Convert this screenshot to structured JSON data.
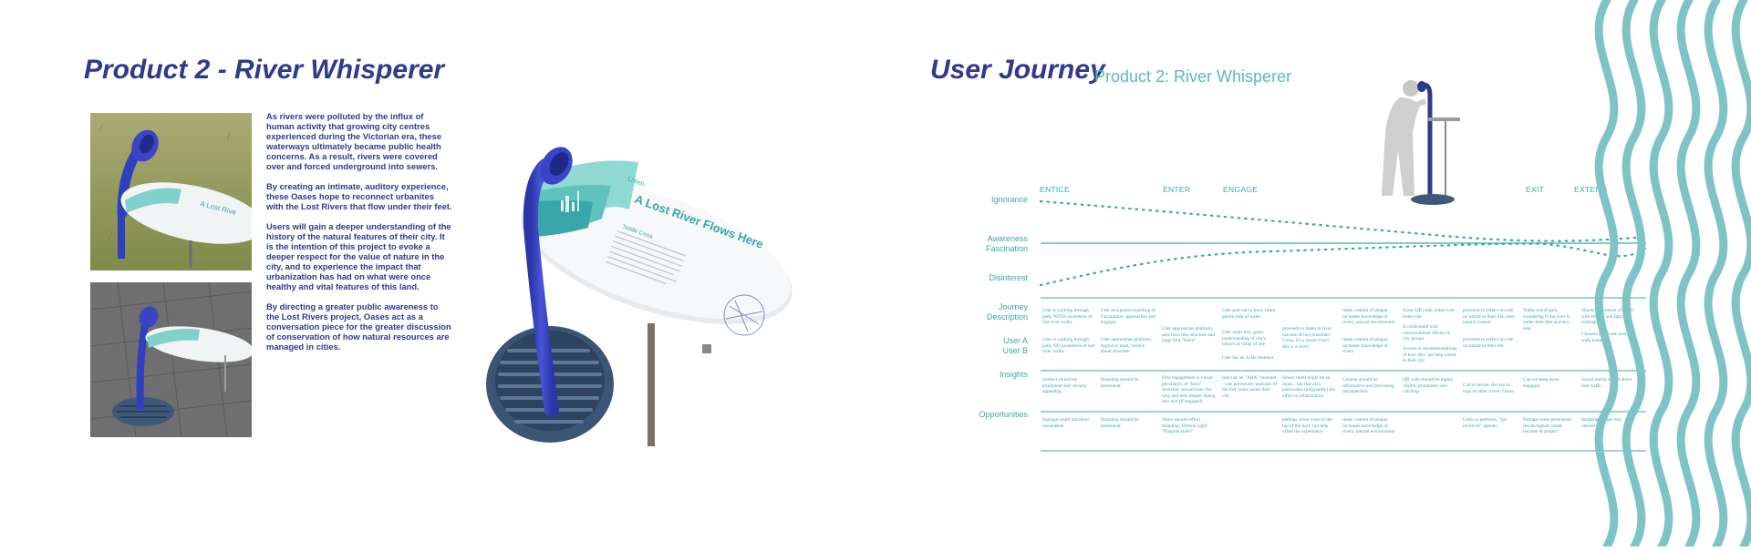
{
  "colors": {
    "navy": "#2e3a8c",
    "teal": "#3aa6aa",
    "lightTeal": "#8ed7d3",
    "wave": "#7ec4c6",
    "grate": "#3f5a78",
    "horn": "#3b45c4"
  },
  "left": {
    "title": "Product 2 - River Whisperer",
    "paragraphs": [
      "As rivers were polluted by the influx of human activity that growing city centres experienced during the Victorian era, these waterways ultimately became public health concerns. As a result, rivers were covered over and forced underground into sewers.",
      "By creating an intimate, auditory experience, these Oases hope to reconnect urbanites with the Lost Rivers that flow under their feet.",
      "Users will gain a deeper understanding of the history of the natural features of their city. It is the intention of this project to evoke a deeper respect for the value of nature in the city, and to experience the impact that urbanization has had on what were once healthy and vital features of this land.",
      "By directing a greater public awareness to the Lost Rivers project, Oases act as a conversation piece for the greater discussion of conservation of how natural resources are managed in cities."
    ],
    "render": {
      "sign_heading": "A Lost River Flows Here",
      "sign_subheading": "Taddle Creek",
      "sign_small": "Listen"
    }
  },
  "right": {
    "title": "User Journey",
    "subtitle": "Product 2: River Whisperer",
    "stages": [
      "ENTICE",
      "ENTER",
      "ENGAGE",
      "EXIT",
      "EXTEND"
    ],
    "emotion_labels": [
      "Ignorance",
      "Awareness",
      "Fascination",
      "Disinterest"
    ],
    "row_labels": [
      "Journey",
      "Description",
      "User A",
      "User B",
      "Insights",
      "Opportunities"
    ],
    "user_a": [
      "User is walking through park, WITH awareness of lost river walks",
      "User recognizes branding of Fascination, approaches and engages",
      "User puts ear to horn, hears gentle rush of water",
      "reads content of plaque, increases knowledge of rivers, natural environment",
      "Scans QR code, enters lost rivers site",
      "proceeds to reflect on role on nature in their life, seen natural system",
      "Walks out of park, wondering if the river is under their feet at every step",
      "Shares experience of Oasis with friends and family, colleagues"
    ],
    "user_b": [
      "User is walking through park, NO awareness of lost river walks",
      "User approaches platform, begins to read, curious about structure",
      "User approaches platform, sees horn like structure and large font \"listen\"",
      "User reads text, gains understanding of city's historical value of site",
      "User has an A-Ha moment",
      "proceeds to listen to river, has one of two reactions: Cross, it's a sewer/river! this is a river!",
      "reads content of plaque, increases knowledge of rivers",
      "Is confronted with conversational efforts of city groups",
      "Access to recommendations of how they can help nature in their city",
      "proceeds to reflect on role on nature in their life",
      "Chooses this route next walk home"
    ],
    "insights": [
      "product should be prominent and visually appealing",
      "Branding should be prominent",
      "First engagement is visual: peculiarity of \"horn\" structure, second uses the why and then deeper dialog into text (if engaged)",
      "user has an \"AHA\" moment - was previously unaware of the lost rivers under their city",
      "Sewer smell might be an issue... but that also punctuates (poignantly) the effect to urbanization",
      "Content should be informative and provoking introspection",
      "QR code should be highly visible, prominent, eye-catching",
      "Call to action: Access to map of other rivers/ Oases",
      "Can we keep users engaged...",
      "Social media would direct foot traffic"
    ],
    "opportunities": [
      "Signage could introduce installation",
      "Branding should be prominent",
      "Sliers should reflect branding. Vertical sign? \"Plagoda style?\"",
      "perhaps some room in the top of the horn can help offset the experience",
      "reads content of plaque, increases knowledge of rivers, natural environment",
      "Links to petitions, \"get involved\" options",
      "Perhaps some permanent decals/signals could become & project",
      "Instagram pages that interest..."
    ]
  }
}
